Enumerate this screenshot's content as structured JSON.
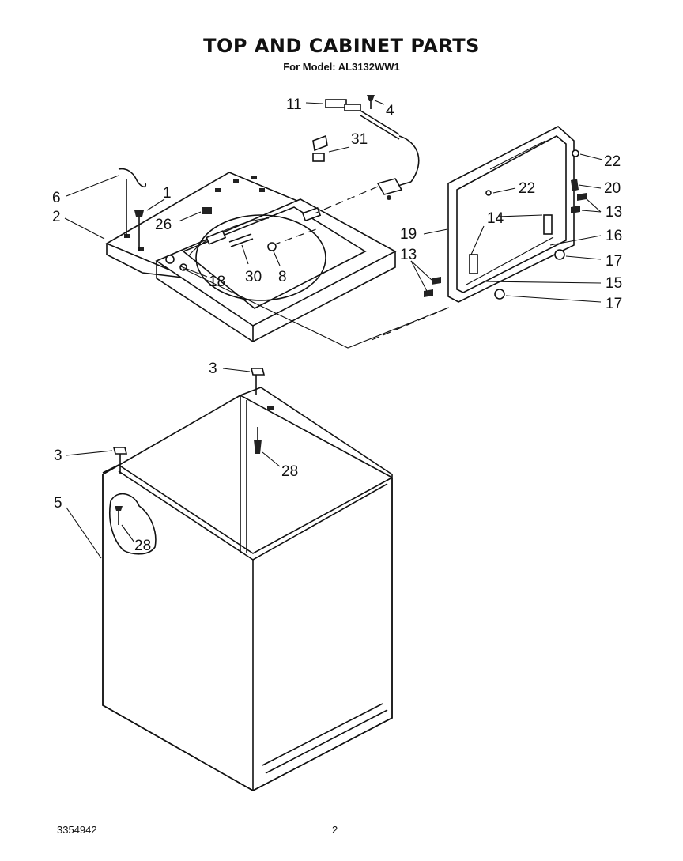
{
  "header": {
    "title": "TOP AND CABINET PARTS",
    "model_line": "For Model: AL3132WW1"
  },
  "footer": {
    "doc_number": "3354942",
    "page_number": "2"
  },
  "callouts": {
    "c11": "11",
    "c4": "4",
    "c31": "31",
    "c6": "6",
    "c1": "1",
    "c2": "2",
    "c26": "26",
    "c30": "30",
    "c8": "8",
    "c18": "18",
    "c22a": "22",
    "c22b": "22",
    "c20": "20",
    "c14": "14",
    "c13a": "13",
    "c19": "19",
    "c16": "16",
    "c13b": "13",
    "c17a": "17",
    "c15": "15",
    "c17b": "17",
    "c3a": "3",
    "c28a": "28",
    "c3b": "3",
    "c5": "5",
    "c28b": "28"
  }
}
